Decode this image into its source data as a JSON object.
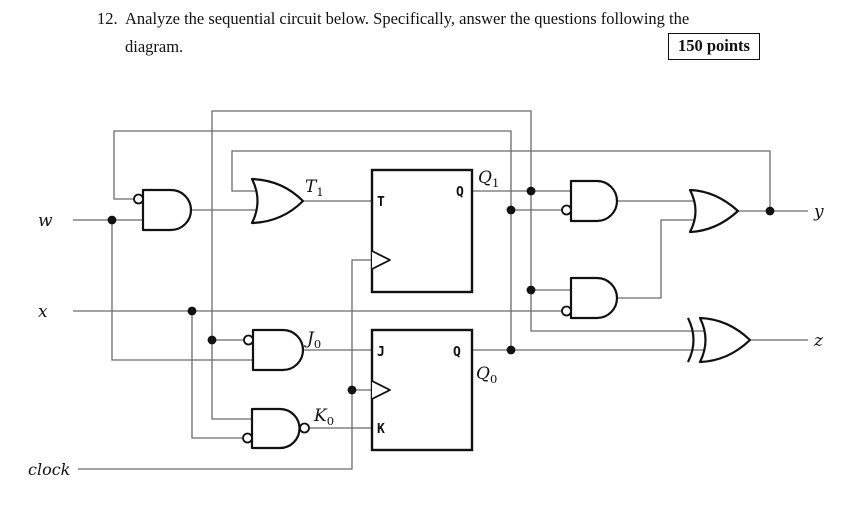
{
  "problem": {
    "number": "12.",
    "statement_line1": "Analyze the sequential circuit below. Specifically, answer the questions following the",
    "statement_line2": "diagram.",
    "points_badge": "150 points"
  },
  "circuit": {
    "inputs": {
      "w": "w",
      "x": "x",
      "clock": "clock"
    },
    "outputs": {
      "y": "y",
      "z": "z"
    },
    "wire_labels": {
      "t1": {
        "base": "T",
        "sub": "1"
      },
      "j0": {
        "base": "J",
        "sub": "0"
      },
      "k0": {
        "base": "K",
        "sub": "0"
      },
      "q1": {
        "base": "Q",
        "sub": "1"
      },
      "q0": {
        "base": "Q",
        "sub": "0"
      }
    },
    "t_flipflop": {
      "t_port": "T",
      "q_port": "Q"
    },
    "jk_flipflop": {
      "j_port": "J",
      "q_port": "Q",
      "k_port": "K"
    }
  },
  "colors": {
    "background": "#ffffff",
    "wire": "#6b6b6b",
    "ink": "#111111"
  }
}
